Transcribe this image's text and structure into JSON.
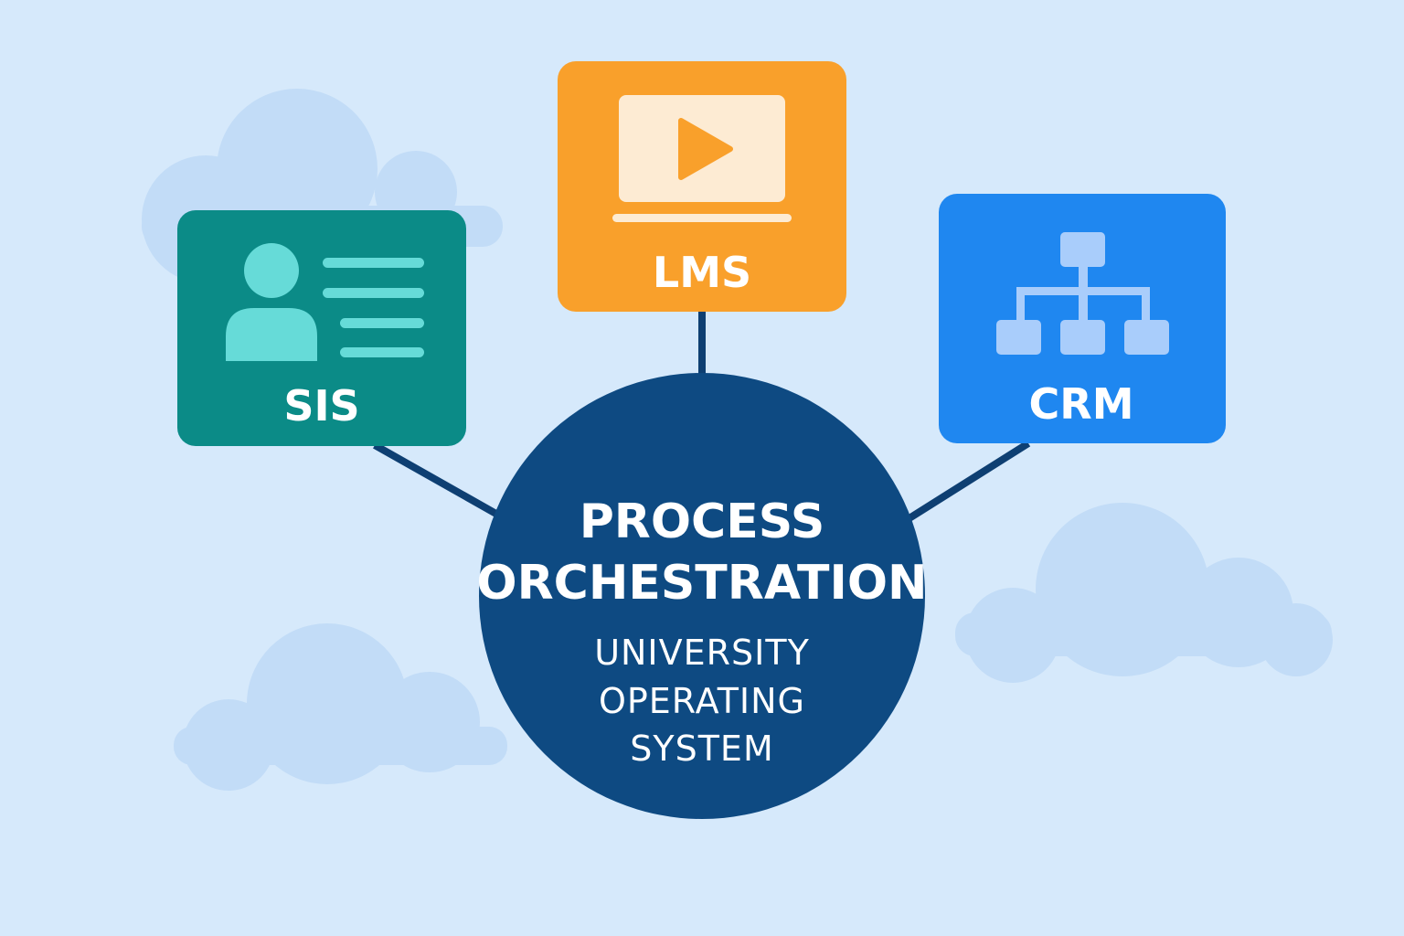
{
  "hub": {
    "title_lines": [
      "PROCESS",
      "ORCHESTRATION"
    ],
    "subtitle_lines": [
      "UNIVERSITY",
      "OPERATING",
      "SYSTEM"
    ]
  },
  "nodes": {
    "sis": {
      "label": "SIS",
      "icon": "student-id-card-icon"
    },
    "lms": {
      "label": "LMS",
      "icon": "video-player-icon"
    },
    "crm": {
      "label": "CRM",
      "icon": "org-hierarchy-icon"
    }
  },
  "colors": {
    "background": "#d6e9fb",
    "cloud": "#c2dcf7",
    "sis": "#0b8b87",
    "sis_icon": "#66dbd8",
    "lms": "#f9a02b",
    "lms_screen": "#fdebd3",
    "crm": "#1f87f0",
    "crm_icon": "#a9cdfb",
    "hub": "#0e4a82",
    "connector": "#0e3f72"
  }
}
